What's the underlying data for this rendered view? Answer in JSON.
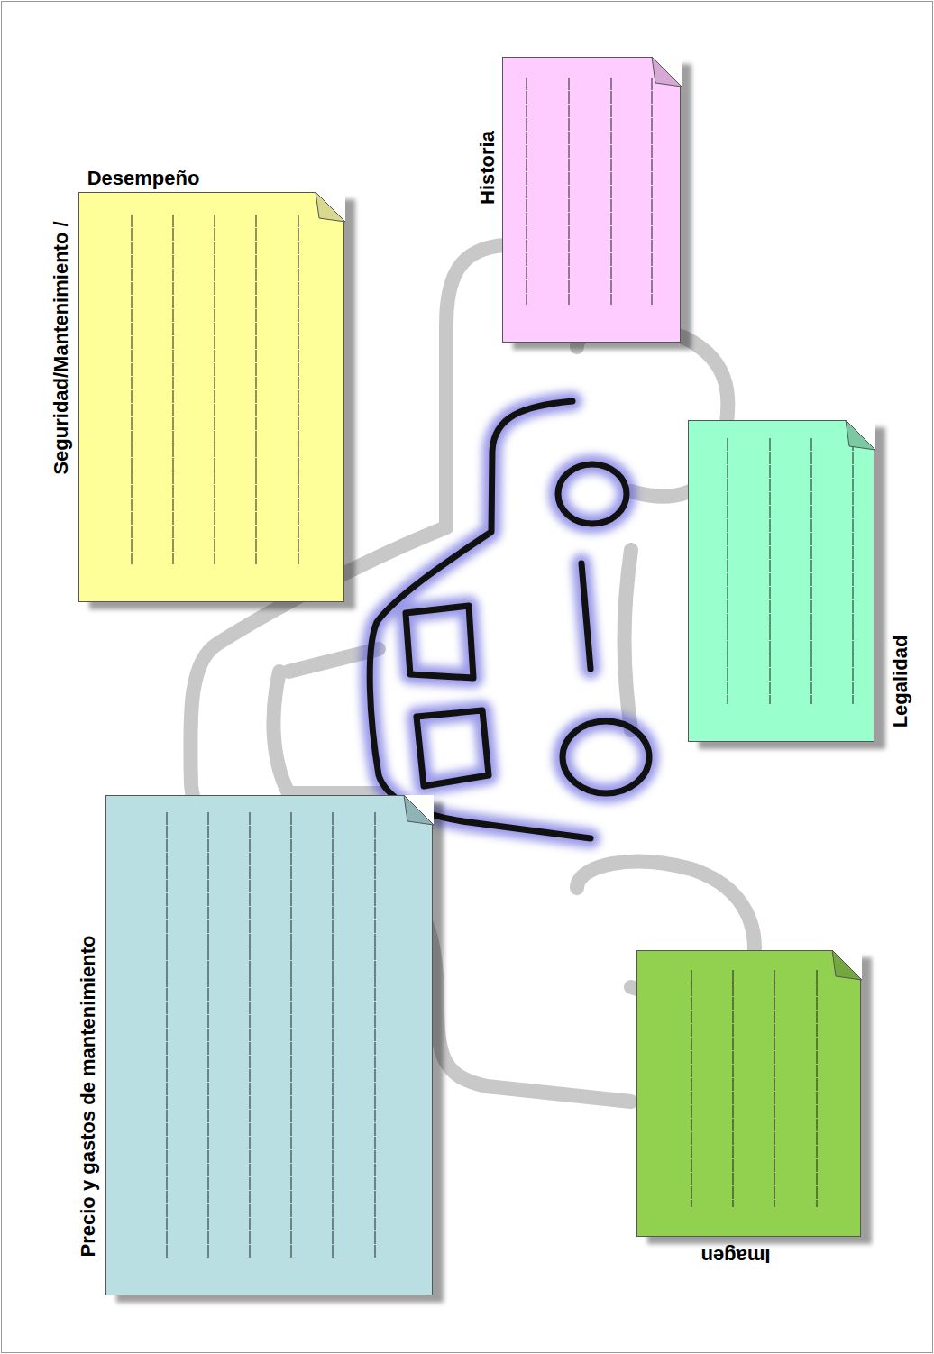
{
  "diagram": {
    "nodes": [
      {
        "text": [
          "Seguridad/Mantenimiento /",
          "Desempeño"
        ]
      },
      {
        "text": [
          "Historia"
        ]
      },
      {
        "text": [
          "Legalidad"
        ]
      },
      {
        "text": [
          "Precio y gastos de mantenimiento"
        ]
      },
      {
        "text": [
          "Imagen"
        ]
      }
    ]
  }
}
